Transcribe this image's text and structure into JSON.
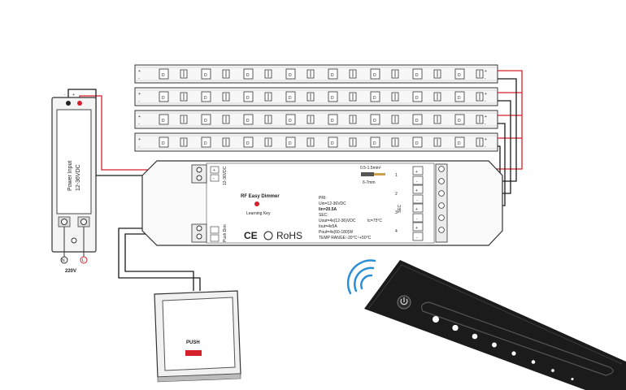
{
  "power_supply": {
    "label_line1": "Power Input",
    "label_line2": "12-36VDC",
    "terminal_neg": "-",
    "terminal_pos": "+",
    "mains_n": "N",
    "mains_l": "L",
    "mains_voltage": "220V"
  },
  "controller": {
    "title": "RF Easy Dimmer",
    "learning_key": "Learning Key",
    "input_label": "12-36VDC",
    "push_label": "Push Dim",
    "cert_mark": "CE",
    "rohs": "RoHS",
    "wire_gauge": "0.5-1.5mm²",
    "strip_length": "6-7mm",
    "sec_label": "SEC",
    "specs": {
      "pri": "PRI:",
      "uin": "Uin=12-36VDC",
      "iin": "Iin=20.5A",
      "sec": "SEC:",
      "uout": "Uout=4x(12-36)VDC",
      "tc": "tc=75°C",
      "iout": "Iout=4x5A",
      "pout": "Pout=4x(60-180)W",
      "temp": "TEMP RANGE:-20°C~+50°C"
    },
    "channels": [
      "1",
      "2",
      "3",
      "4"
    ]
  },
  "push_switch": {
    "label": "PUSH"
  },
  "led_strip": {
    "led_label": "D",
    "pos": "+",
    "neg": "-"
  },
  "colors": {
    "wire_red": "#d4202a",
    "wire_black": "#1a1a1a",
    "remote": "#1b1b1b",
    "signal": "#2a8fd6"
  }
}
